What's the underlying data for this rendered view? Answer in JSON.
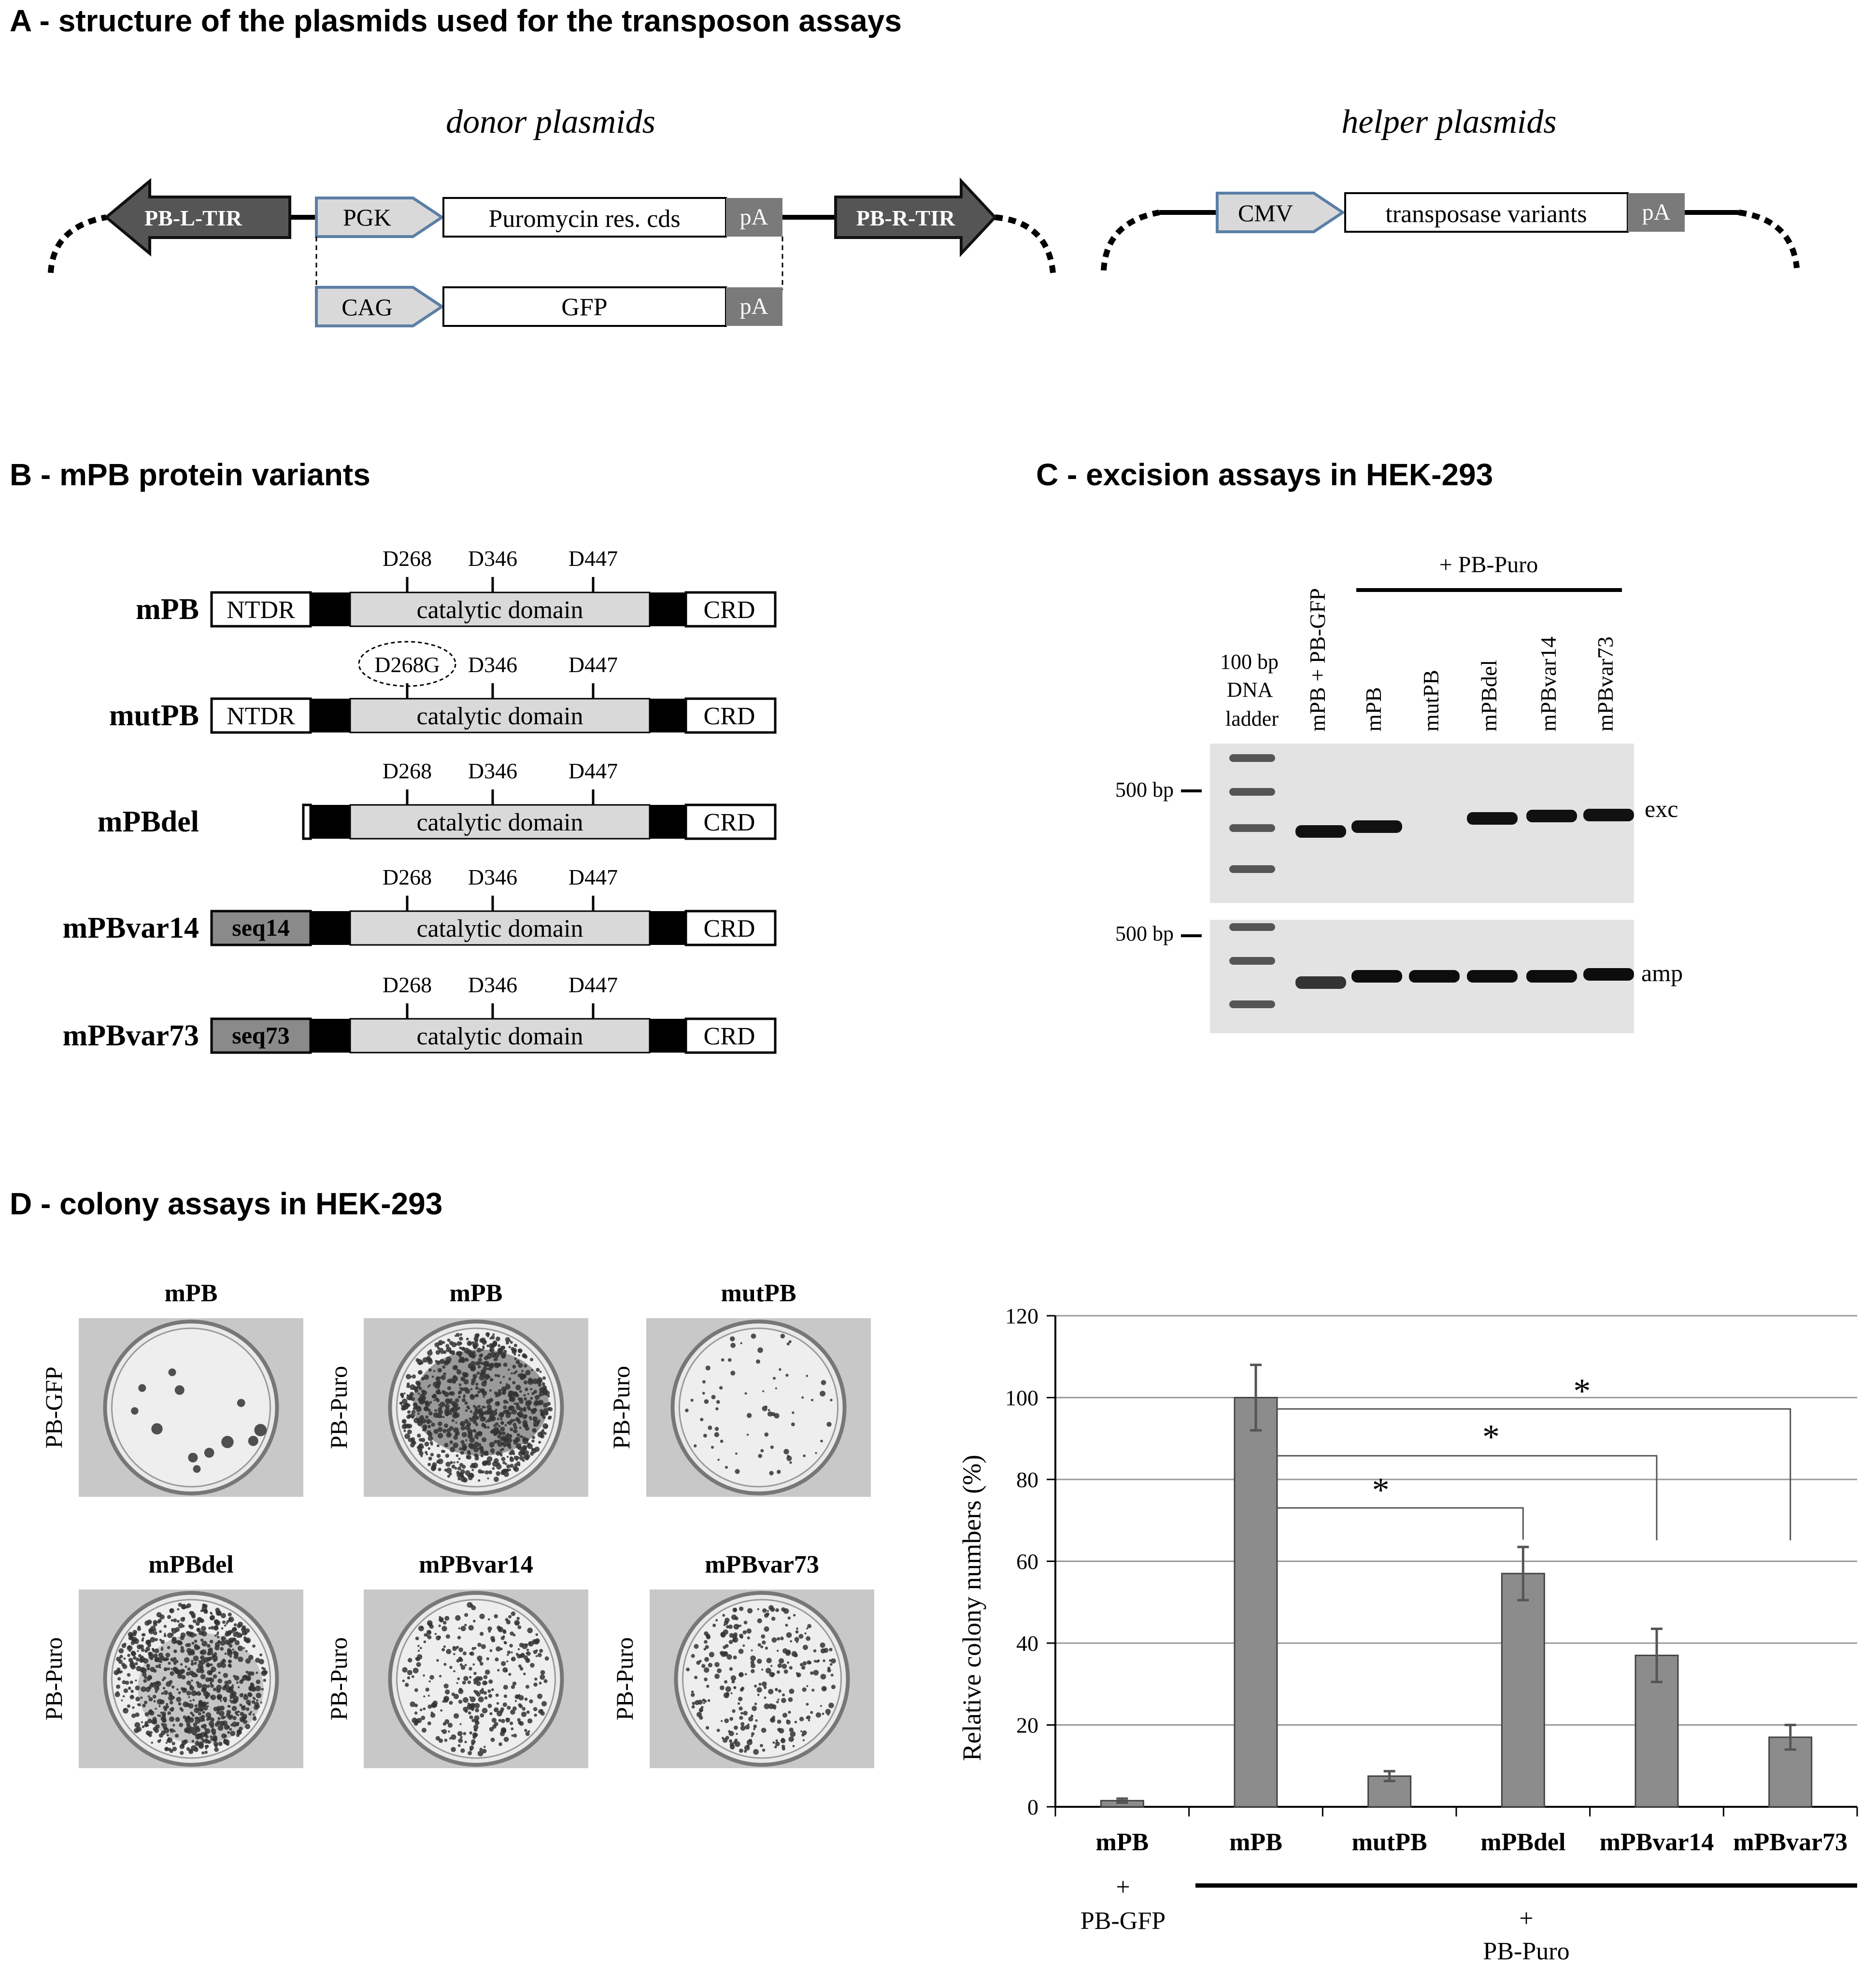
{
  "panelA": {
    "title": "A - structure of the plasmids used for the transposon assays",
    "donor_heading": "donor plasmids",
    "helper_heading": "helper plasmids",
    "left_tir": "PB-L-TIR",
    "right_tir": "PB-R-TIR",
    "pgk": "PGK",
    "puro": "Puromycin res. cds",
    "pa": "pA",
    "cag": "CAG",
    "gfp": "GFP",
    "cmv": "CMV",
    "transposase": "transposase variants"
  },
  "panelB": {
    "title": "B - mPB protein variants",
    "site1": "D268",
    "site1_mut": "D268G",
    "site2": "D346",
    "site3": "D447",
    "ntdr": "NTDR",
    "catalytic": "catalytic domain",
    "crd": "CRD",
    "seq14": "seq14",
    "seq73": "seq73",
    "variants": [
      "mPB",
      "mutPB",
      "mPBdel",
      "mPBvar14",
      "mPBvar73"
    ]
  },
  "panelC": {
    "title": "C - excision assays in HEK-293",
    "ladder_label": [
      "100 bp",
      "DNA",
      "ladder"
    ],
    "plus_puro": "+ PB-Puro",
    "lanes": [
      "mPB + PB-GFP",
      "mPB",
      "mutPB",
      "mPBdel",
      "mPBvar14",
      "mPBvar73"
    ],
    "marker": "500 bp",
    "exc": "exc",
    "amp": "amp"
  },
  "panelD": {
    "title": "D - colony assays in HEK-293",
    "plates": [
      {
        "title": "mPB",
        "side": "PB-GFP"
      },
      {
        "title": "mPB",
        "side": "PB-Puro"
      },
      {
        "title": "mutPB",
        "side": "PB-Puro"
      },
      {
        "title": "mPBdel",
        "side": "PB-Puro"
      },
      {
        "title": "mPBvar14",
        "side": "PB-Puro"
      },
      {
        "title": "mPBvar73",
        "side": "PB-Puro"
      }
    ],
    "plus": "+",
    "pb_gfp": "PB-GFP",
    "pb_puro": "PB-Puro"
  },
  "chart_data": {
    "type": "bar",
    "categories": [
      "mPB",
      "mPB",
      "mutPB",
      "mPBdel",
      "mPBvar14",
      "mPBvar73"
    ],
    "values": [
      1.5,
      100,
      7.5,
      57,
      37,
      17
    ],
    "errors": [
      0.5,
      8,
      1.2,
      6.5,
      6.5,
      3
    ],
    "ylabel": "Relative colony numbers (%)",
    "ylim": [
      0,
      120
    ],
    "yticks": [
      0,
      20,
      40,
      60,
      80,
      100,
      120
    ],
    "grid": true,
    "bar_color": "#8c8c8c",
    "significance": [
      "*",
      "*",
      "*"
    ]
  }
}
